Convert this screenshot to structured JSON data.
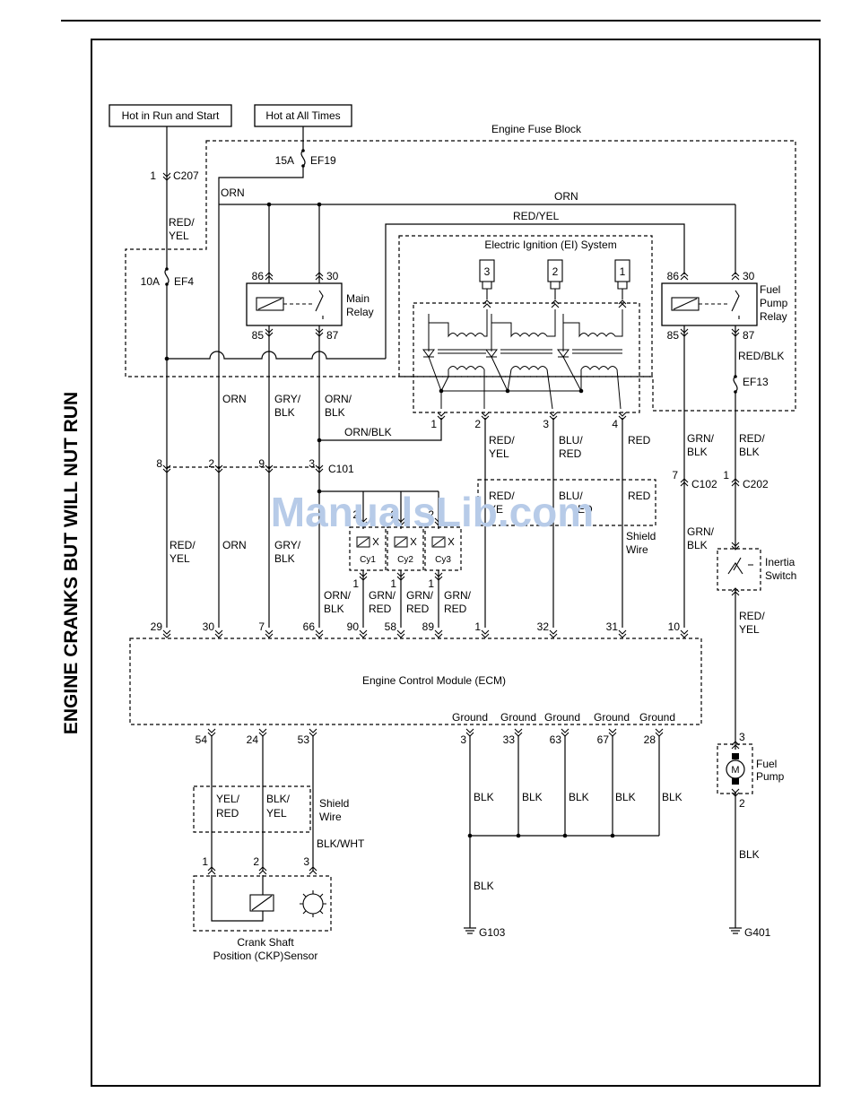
{
  "page_title": "ENGINE CRANKS BUT WILL NUT RUN",
  "watermark": "ManualsLib.com",
  "power": {
    "run_start": "Hot in Run and Start",
    "all_times": "Hot at All Times"
  },
  "fuse_block": "Engine Fuse Block",
  "ef19": {
    "rating": "15A",
    "name": "EF19"
  },
  "ef4": {
    "rating": "10A",
    "name": "EF4"
  },
  "ef13": "EF13",
  "c207": {
    "pin": "1",
    "name": "C207"
  },
  "main_relay": {
    "l1": "Main",
    "l2": "Relay",
    "p86": "86",
    "p30": "30",
    "p85": "85",
    "p87": "87"
  },
  "fuel_relay": {
    "l1": "Fuel",
    "l2": "Pump",
    "l3": "Relay",
    "p86": "86",
    "p30": "30",
    "p85": "85",
    "p87": "87"
  },
  "ei": {
    "title": "Electric Ignition (EI) System",
    "plugs": [
      "3",
      "2",
      "1"
    ],
    "pins": [
      "1",
      "2",
      "3",
      "4"
    ]
  },
  "wires": {
    "orn": "ORN",
    "red_yel": "RED/YEL",
    "red": "RED",
    "yel": "YEL",
    "gry": "GRY/",
    "blk": "BLK",
    "orn2": "ORN/",
    "orn_blk": "ORN/BLK",
    "blu": "BLU/",
    "grn": "GRN/",
    "red_blk": "RED/BLK",
    "red2": "RED/",
    "blk_wht": "BLK/WHT",
    "yel2": "YEL/",
    "blk2": "BLK/",
    "yel3": "YEL",
    "red3": "RED",
    "ye_partial": "YE",
    "ed_partial": "ED"
  },
  "c101": {
    "name": "C101",
    "pins": [
      "8",
      "2",
      "9",
      "3"
    ]
  },
  "c102": {
    "pin": "7",
    "name": "C102"
  },
  "c202": {
    "pin": "1",
    "name": "C202"
  },
  "shield_wire": {
    "l1": "Shield",
    "l2": "Wire"
  },
  "injectors": [
    {
      "label": "Cy1",
      "top": "2",
      "bottom": "1"
    },
    {
      "label": "Cy2",
      "top": "2",
      "bottom": "1"
    },
    {
      "label": "Cy3",
      "top": "2",
      "bottom": "1"
    }
  ],
  "inertia": {
    "l1": "Inertia",
    "l2": "Switch"
  },
  "ecm": {
    "title": "Engine Control Module (ECM)",
    "top_pins": [
      "29",
      "30",
      "7",
      "66",
      "90",
      "58",
      "89",
      "1",
      "32",
      "31",
      "10"
    ],
    "ground_label": "Ground",
    "ground_pins": [
      "3",
      "33",
      "63",
      "67",
      "28"
    ],
    "ckp_pins": [
      "54",
      "24",
      "53"
    ]
  },
  "fuel_pump": {
    "l1": "Fuel",
    "l2": "Pump",
    "top": "3",
    "bottom": "2",
    "symbol": "M"
  },
  "ckp": {
    "l1": "Crank Shaft",
    "l2": "Position (CKP)Sensor",
    "pins": [
      "1",
      "2",
      "3"
    ]
  },
  "grounds": {
    "g103": "G103",
    "g401": "G401"
  }
}
